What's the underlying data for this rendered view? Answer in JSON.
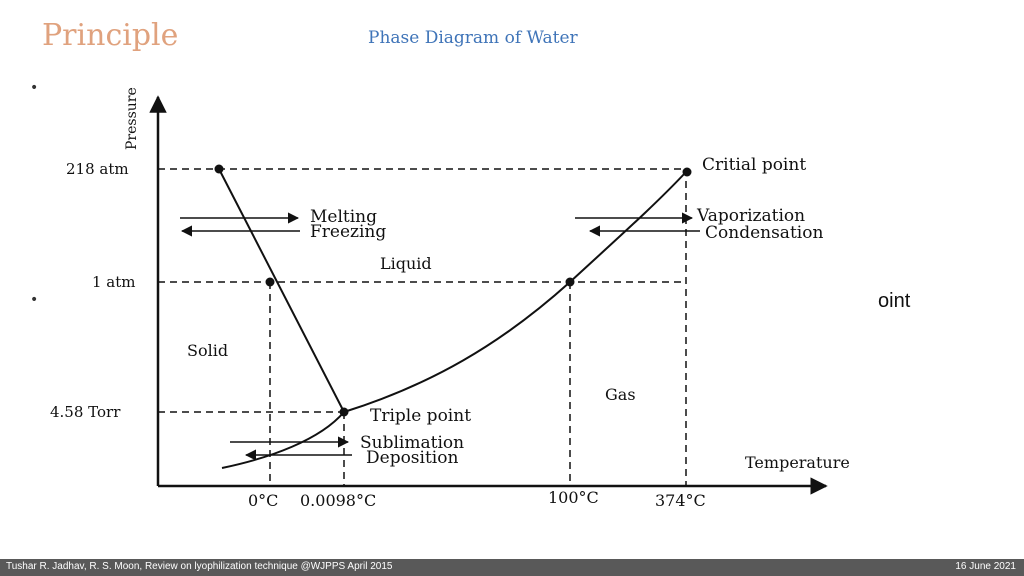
{
  "slide": {
    "title": "Principle",
    "subtitle": "Phase Diagram of Water",
    "bullet_glyph": "•",
    "text_fragment": "oint"
  },
  "diagram": {
    "axes": {
      "y": "Pressure",
      "x": "Temperature"
    },
    "pressure_ticks": [
      "218 atm",
      "1 atm",
      "4.58 Torr"
    ],
    "temperature_ticks": [
      "0°C",
      "0.0098°C",
      "100°C",
      "374°C"
    ],
    "regions": {
      "solid": "Solid",
      "liquid": "Liquid",
      "gas": "Gas"
    },
    "points": {
      "critical": "Critial point",
      "triple": "Triple point"
    },
    "transitions": {
      "melting": "Melting",
      "freezing": "Freezing",
      "vaporization": "Vaporization",
      "condensation": "Condensation",
      "sublimation": "Sublimation",
      "deposition": "Deposition"
    }
  },
  "footer": {
    "citation": "Tushar R. Jadhav, R. S. Moon, Review on lyophilization technique @WJPPS April 2015",
    "date": "16 June 2021"
  }
}
